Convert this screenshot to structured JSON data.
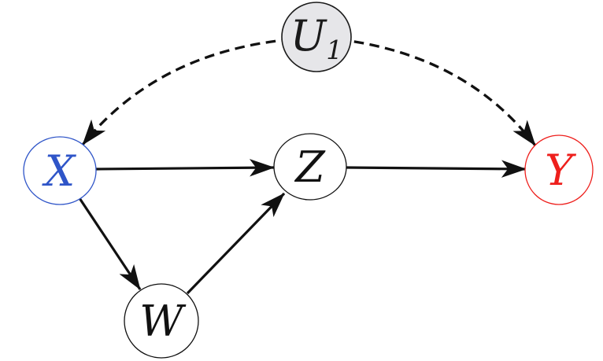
{
  "diagram": {
    "type": "causal-dag",
    "background": "#ffffff",
    "edge_color": "#111111",
    "nodes": {
      "u1": {
        "id": "U1",
        "label": "U",
        "subscript": "1",
        "fill": "#e6e6e9",
        "color": "#1a1a1a"
      },
      "x": {
        "id": "X",
        "label": "X",
        "fill": "#ffffff",
        "color": "#2f55c8"
      },
      "z": {
        "id": "Z",
        "label": "Z",
        "fill": "#ffffff",
        "color": "#111111"
      },
      "y": {
        "id": "Y",
        "label": "Y",
        "fill": "#ffffff",
        "color": "#ee1f1c"
      },
      "w": {
        "id": "W",
        "label": "W",
        "fill": "#ffffff",
        "color": "#111111"
      }
    },
    "edges": [
      {
        "from": "X",
        "to": "Z",
        "style": "solid"
      },
      {
        "from": "Z",
        "to": "Y",
        "style": "solid"
      },
      {
        "from": "X",
        "to": "W",
        "style": "solid"
      },
      {
        "from": "W",
        "to": "Z",
        "style": "solid"
      },
      {
        "from": "U1",
        "to": "X",
        "style": "dashed"
      },
      {
        "from": "U1",
        "to": "Y",
        "style": "dashed"
      }
    ]
  }
}
